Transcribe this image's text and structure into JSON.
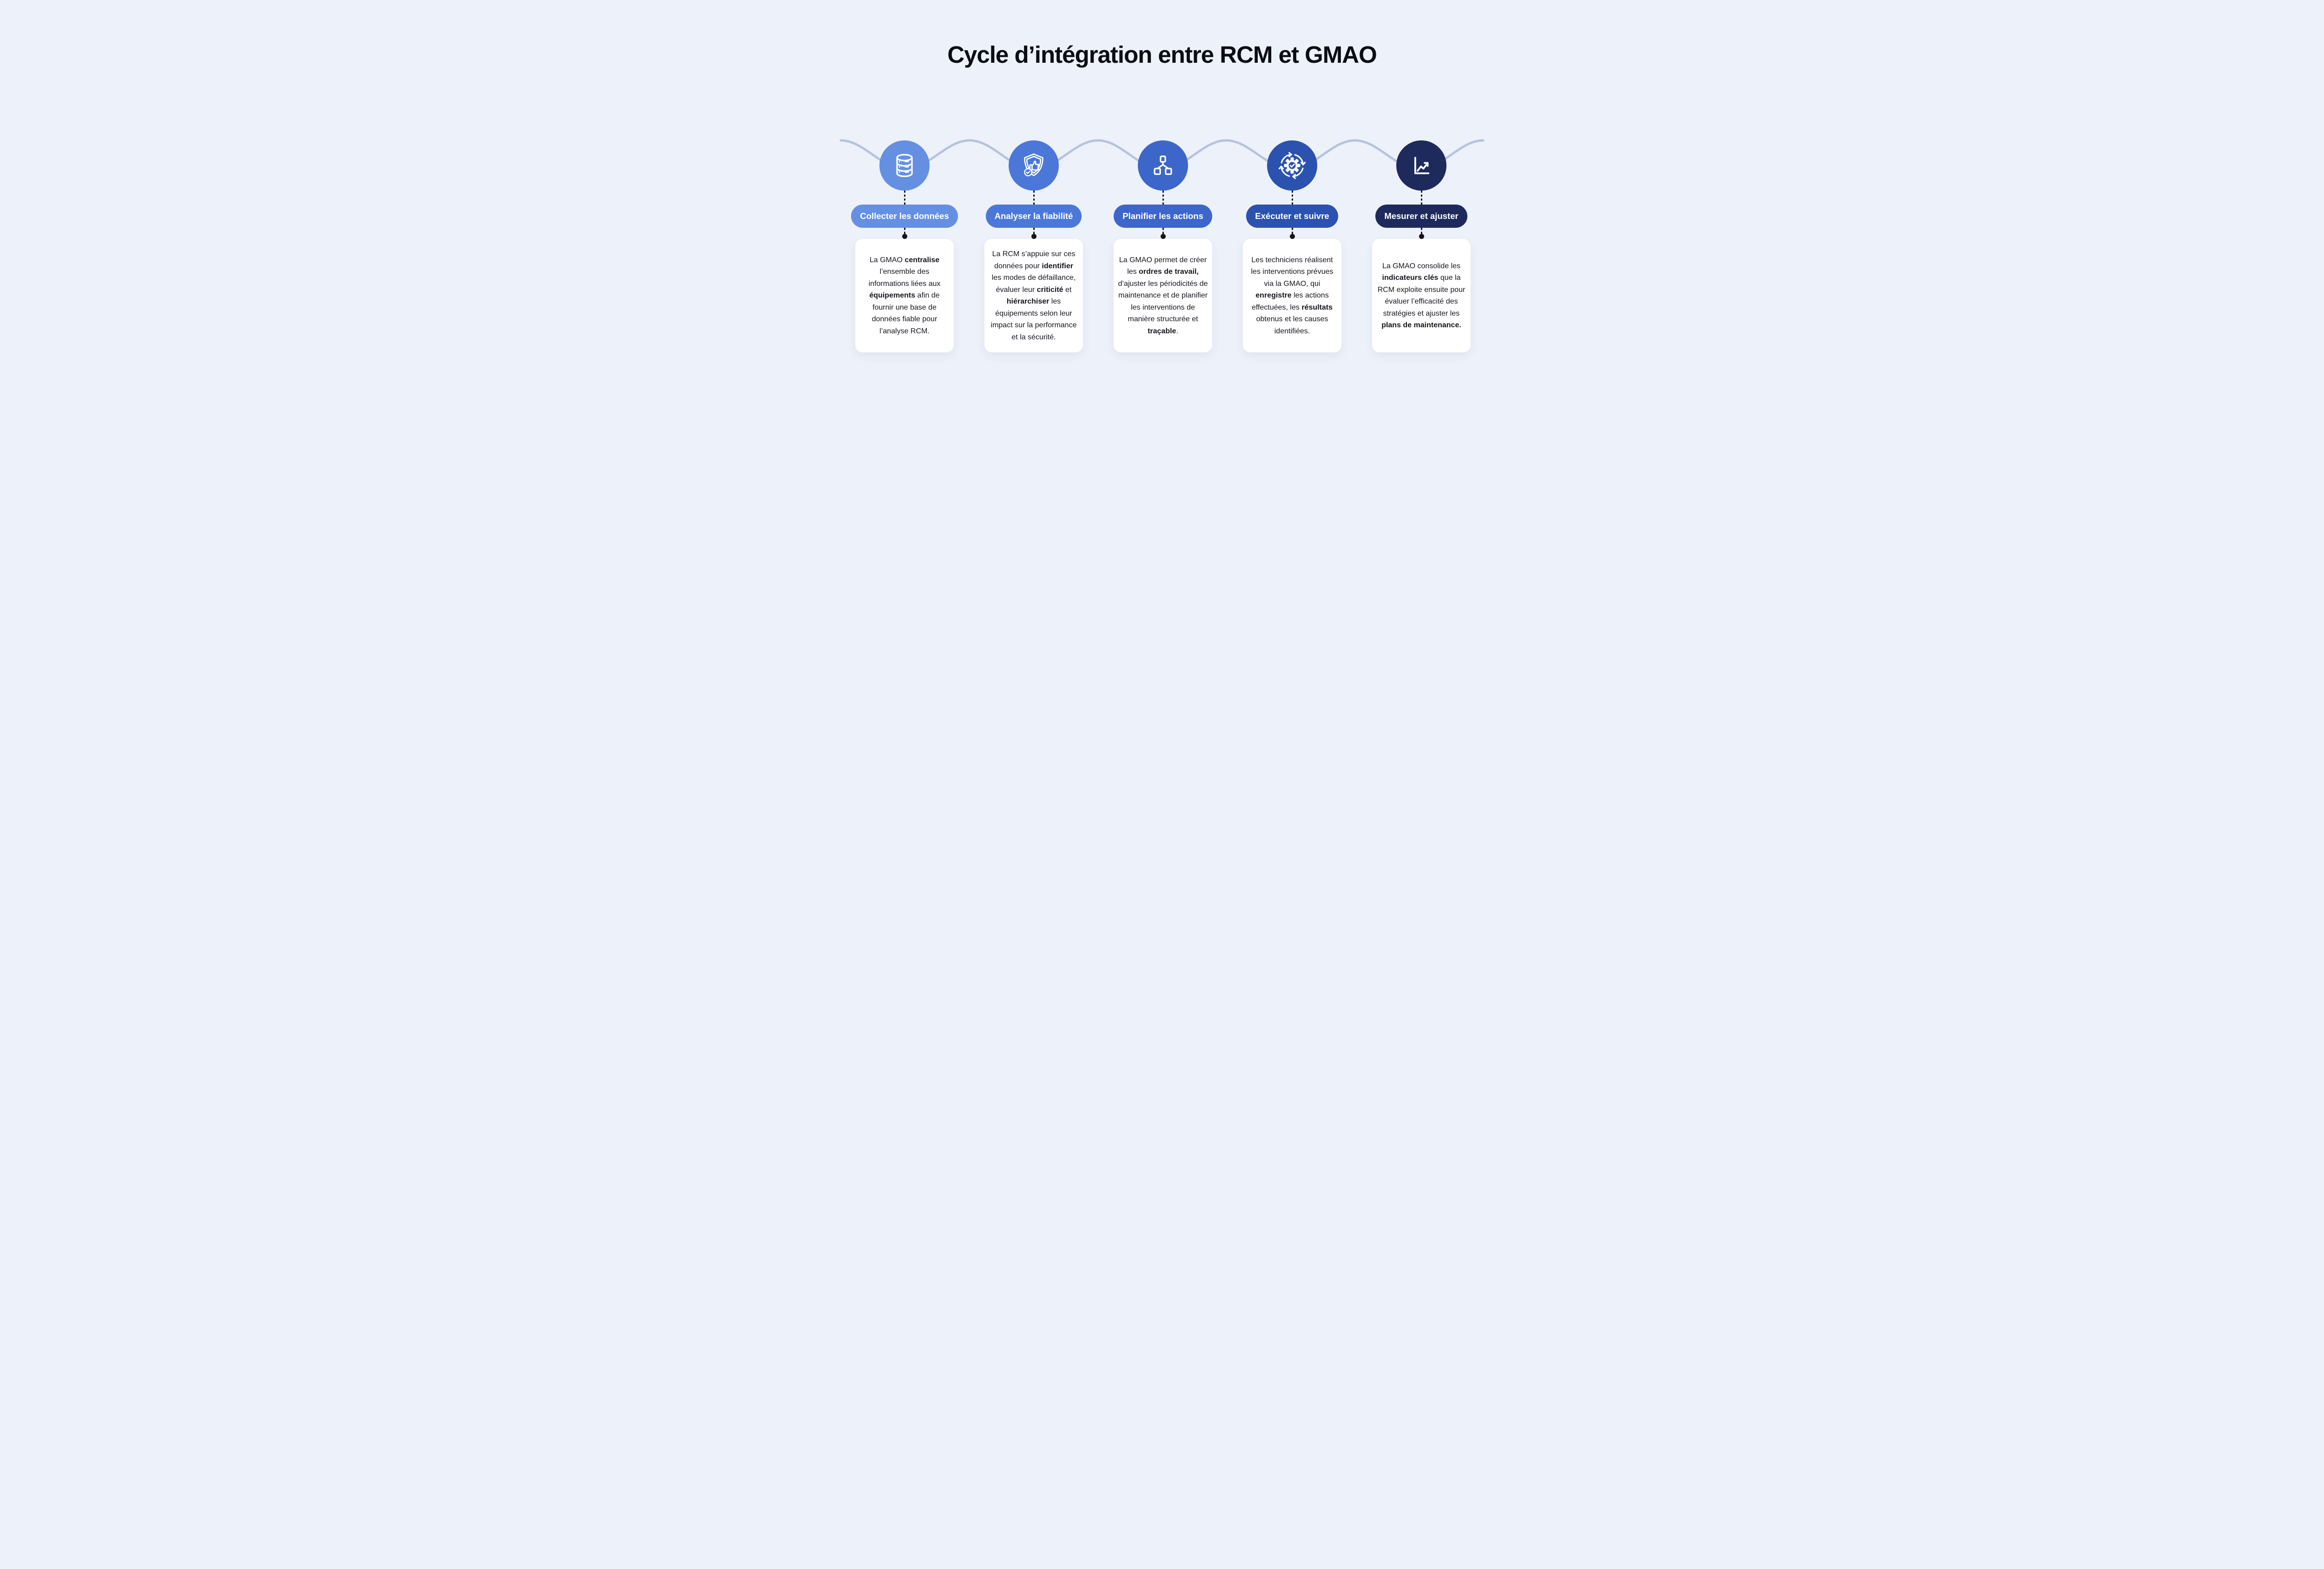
{
  "title": "Cycle d’intégration entre RCM et GMAO",
  "colors": {
    "background": "#edf1f9",
    "wave": "#b7c3dd",
    "connector": "#161616",
    "card_background": "#ffffff",
    "card_text": "#16161f",
    "step_colors": [
      "#6590e2",
      "#4b78d8",
      "#3c66c9",
      "#2b52ae",
      "#1e2a5c"
    ]
  },
  "steps": [
    {
      "label": "Collecter les données",
      "icon": "database-icon",
      "color": "#6590e2",
      "description": [
        {
          "t": "La GMAO ",
          "b": false
        },
        {
          "t": "centralise",
          "b": true
        },
        {
          "t": " l’ensemble des informations liées aux ",
          "b": false
        },
        {
          "t": "équipements",
          "b": true
        },
        {
          "t": " afin de fournir une base de données fiable pour l’analyse RCM.",
          "b": false
        }
      ]
    },
    {
      "label": "Analyser la fiabilité",
      "icon": "shield-thumbs-up-icon",
      "color": "#4b78d8",
      "description": [
        {
          "t": "La RCM s’appuie sur ces données pour ",
          "b": false
        },
        {
          "t": "identifier",
          "b": true
        },
        {
          "t": " les modes de défaillance, évaluer leur ",
          "b": false
        },
        {
          "t": "criticité",
          "b": true
        },
        {
          "t": " et ",
          "b": false
        },
        {
          "t": "hiérarchiser",
          "b": true
        },
        {
          "t": " les équipements selon leur impact sur la performance et la sécurité.",
          "b": false
        }
      ]
    },
    {
      "label": "Planifier les actions",
      "icon": "hierarchy-icon",
      "color": "#3c66c9",
      "description": [
        {
          "t": "La GMAO permet de créer les ",
          "b": false
        },
        {
          "t": "ordres de travail,",
          "b": true
        },
        {
          "t": " d’ajuster les périodicités de maintenance et de planifier les interventions de manière structurée et ",
          "b": false
        },
        {
          "t": "traçable",
          "b": true
        },
        {
          "t": ".",
          "b": false
        }
      ]
    },
    {
      "label": "Exécuter et suivre",
      "icon": "gear-cycle-icon",
      "color": "#2b52ae",
      "description": [
        {
          "t": "Les techniciens réalisent les interventions prévues via la GMAO, qui ",
          "b": false
        },
        {
          "t": "enregistre",
          "b": true
        },
        {
          "t": " les actions effectuées, les ",
          "b": false
        },
        {
          "t": "résultats",
          "b": true
        },
        {
          "t": " obtenus et les causes identifiées.",
          "b": false
        }
      ]
    },
    {
      "label": "Mesurer et ajuster",
      "icon": "line-chart-icon",
      "color": "#1e2a5c",
      "description": [
        {
          "t": "La GMAO consolide les ",
          "b": false
        },
        {
          "t": "indicateurs clés",
          "b": true
        },
        {
          "t": " que la RCM exploite ensuite pour évaluer l’efficacité des stratégies et ajuster les ",
          "b": false
        },
        {
          "t": "plans de maintenance.",
          "b": true
        }
      ]
    }
  ]
}
